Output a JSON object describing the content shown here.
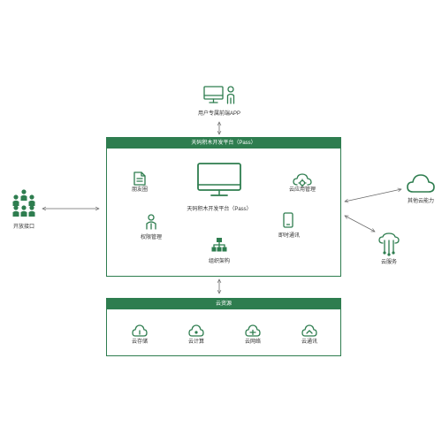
{
  "top": {
    "label": "用户专属前端APP"
  },
  "platform": {
    "title": "天码积木开发平台（Pass）",
    "center_label": "天码积木开发平台（Pass）",
    "items": {
      "friends": "朋友圈",
      "permission": "权限管理",
      "org": "组织架构",
      "cloud_app": "云应用管理",
      "im": "即时通讯"
    }
  },
  "left": {
    "label": "开放接口"
  },
  "right": {
    "other_cloud": "其他云能力",
    "cloud_service": "云服务"
  },
  "resources": {
    "title": "云资源",
    "items": [
      "云存储",
      "云计算",
      "云网络",
      "云通讯"
    ]
  },
  "colors": {
    "brand_green": "#2e7d4f",
    "arrow_gray": "#6a6a6a"
  }
}
